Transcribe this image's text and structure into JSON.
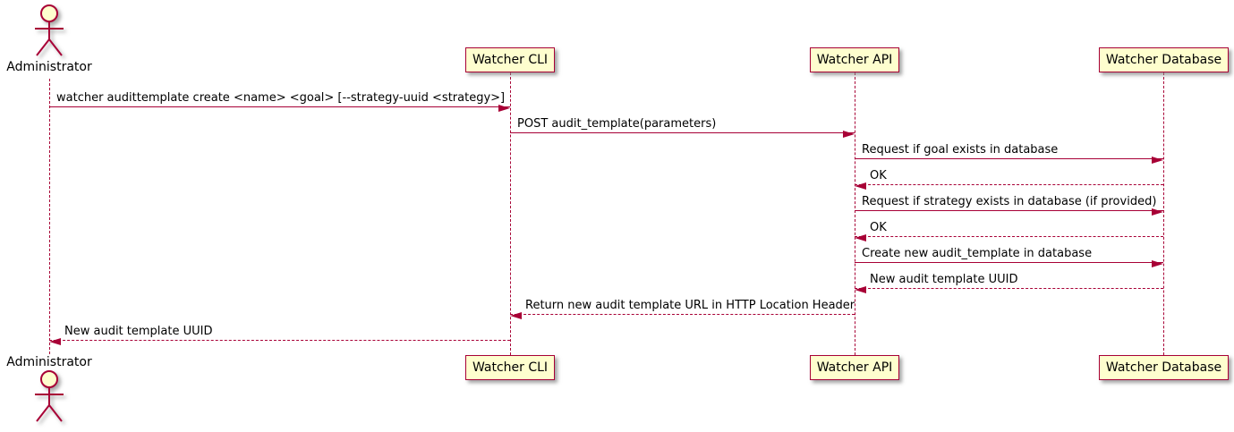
{
  "diagram": {
    "type": "sequence-diagram",
    "style": "plantuml"
  },
  "colors": {
    "participant_fill": "#FEFECE",
    "line_and_border": "#A80036",
    "text": "#000000",
    "background": "#FFFFFF"
  },
  "actor": {
    "name": "Administrator"
  },
  "participants": [
    {
      "name": "Watcher CLI"
    },
    {
      "name": "Watcher API"
    },
    {
      "name": "Watcher Database"
    }
  ],
  "messages": [
    {
      "from": "Administrator",
      "to": "Watcher CLI",
      "style": "solid",
      "text": "watcher audittemplate create <name> <goal> [--strategy-uuid <strategy>]"
    },
    {
      "from": "Watcher CLI",
      "to": "Watcher API",
      "style": "solid",
      "text": "POST audit_template(parameters)"
    },
    {
      "from": "Watcher API",
      "to": "Watcher Database",
      "style": "solid",
      "text": "Request if goal exists in database"
    },
    {
      "from": "Watcher Database",
      "to": "Watcher API",
      "style": "dashed",
      "text": "OK"
    },
    {
      "from": "Watcher API",
      "to": "Watcher Database",
      "style": "solid",
      "text": "Request if strategy exists in database (if provided)"
    },
    {
      "from": "Watcher Database",
      "to": "Watcher API",
      "style": "dashed",
      "text": "OK"
    },
    {
      "from": "Watcher API",
      "to": "Watcher Database",
      "style": "solid",
      "text": "Create new audit_template in database"
    },
    {
      "from": "Watcher Database",
      "to": "Watcher API",
      "style": "dashed",
      "text": "New audit template UUID"
    },
    {
      "from": "Watcher API",
      "to": "Watcher CLI",
      "style": "dashed",
      "text": "Return new audit template URL in HTTP Location Header"
    },
    {
      "from": "Watcher CLI",
      "to": "Administrator",
      "style": "dashed",
      "text": "New audit template UUID"
    }
  ]
}
